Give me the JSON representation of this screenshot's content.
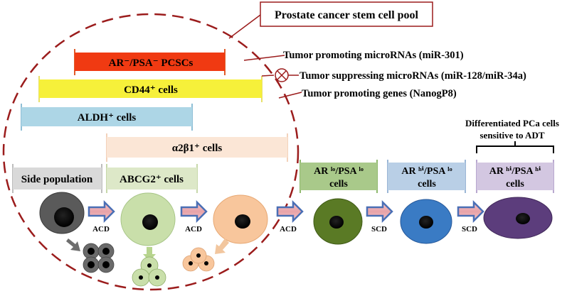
{
  "pool_label": "Prostate cancer stem cell pool",
  "bars": {
    "ar_psa": {
      "label": "AR⁻/PSA⁻ PCSCs",
      "color": "#f03a12"
    },
    "cd44": {
      "label": "CD44⁺ cells",
      "color": "#f6f03a"
    },
    "aldh": {
      "label": "ALDH⁺ cells",
      "color": "#add6e6"
    },
    "a2b1": {
      "label": "α2β1⁺ cells",
      "color": "#fbe6d6"
    },
    "side_population": {
      "label": "Side population",
      "color": "#d9d9d9"
    },
    "abcg2": {
      "label": "ABCG2⁺ cells",
      "color": "#dde8c8"
    },
    "ar_lo_psa_lo": {
      "line1": "AR ˡᵒ/PSA ˡᵒ",
      "line2": "cells",
      "color": "#a9c98a"
    },
    "ar_hi_psa_lo": {
      "line1": "AR ʰⁱ/PSA ˡᵒ",
      "line2": "cells",
      "color": "#b9cfe6"
    },
    "ar_hi_psa_hi": {
      "line1": "AR ʰⁱ/PSA ʰⁱ",
      "line2": "cells",
      "color": "#d3c7e1"
    }
  },
  "annotations": {
    "tumor_promoting_mirnas": "Tumor promoting microRNAs (miR-301)",
    "tumor_suppressing_mirnas": "Tumor suppressing microRNAs (miR-128/miR-34a)",
    "tumor_promoting_genes": "Tumor promoting genes (NanogP8)"
  },
  "differentiated": {
    "line1": "Differentiated PCa cells",
    "line2": "sensitive to ADT"
  },
  "divisions": {
    "acd": "ACD",
    "scd": "SCD"
  },
  "cells": [
    {
      "name": "cell-side-population",
      "color": "#5a5a5a",
      "stroke": "#3a3a3a"
    },
    {
      "name": "cell-abcg2",
      "color": "#c9dfaa",
      "stroke": "#9fbf7d"
    },
    {
      "name": "cell-a2b1",
      "color": "#f8c69c",
      "stroke": "#e6a26c"
    },
    {
      "name": "cell-ar-lo-psa-lo",
      "color": "#5a7a25",
      "stroke": "#3f5a16"
    },
    {
      "name": "cell-ar-hi-psa-lo",
      "color": "#3a7bc4",
      "stroke": "#25589a"
    },
    {
      "name": "cell-ar-hi-psa-hi",
      "color": "#5c3d7c",
      "stroke": "#3f2757"
    }
  ]
}
